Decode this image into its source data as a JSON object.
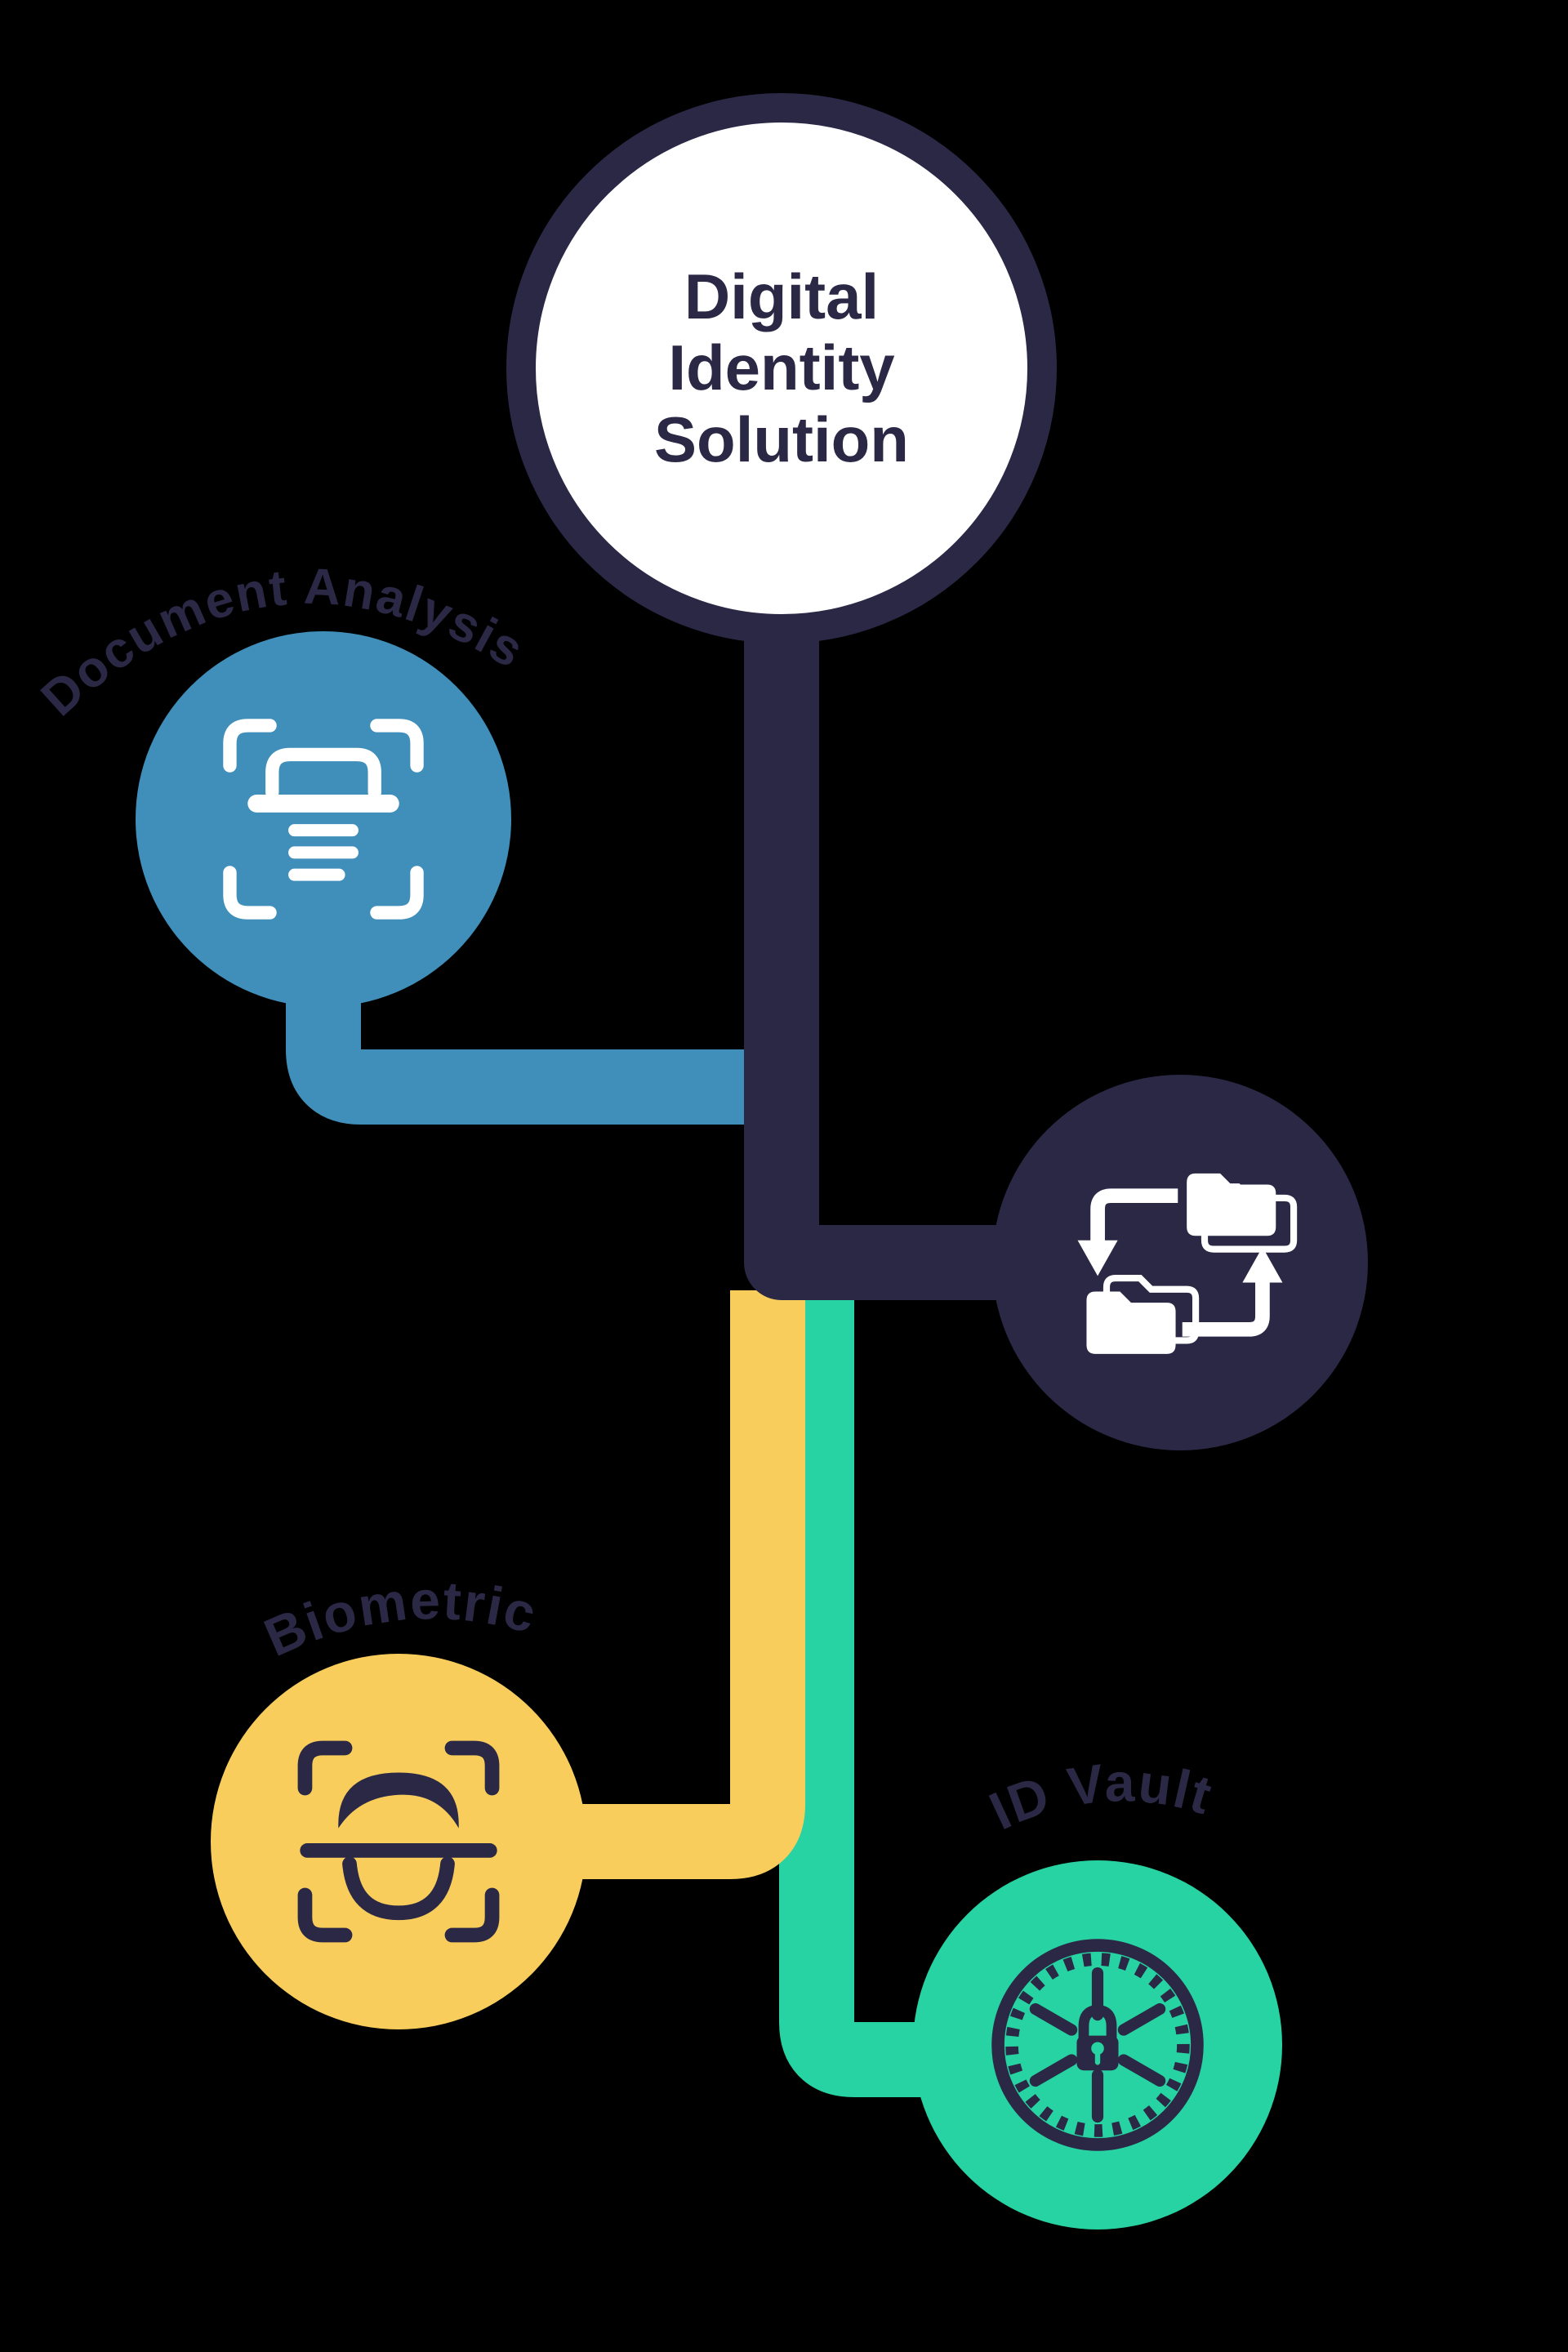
{
  "background": "#000000",
  "palette": {
    "navy": "#2A2845",
    "blue": "#3F8FBA",
    "yellow": "#F8CD5C",
    "green": "#27D3A2",
    "white": "#FFFFFF"
  },
  "hub": {
    "title_lines": [
      "Digital",
      "Identity",
      "Solution"
    ]
  },
  "branches": {
    "document_analysis": {
      "label": "Document Analysis",
      "icon": "document-scanner-icon",
      "color": "#3F8FBA"
    },
    "data_exchange": {
      "icon": "folder-transfer-icon",
      "color": "#2A2845"
    },
    "biometric": {
      "label": "Biometric",
      "icon": "face-scan-icon",
      "color": "#F8CD5C"
    },
    "id_vault": {
      "label": "ID Vault",
      "icon": "vault-lock-icon",
      "color": "#27D3A2"
    }
  }
}
